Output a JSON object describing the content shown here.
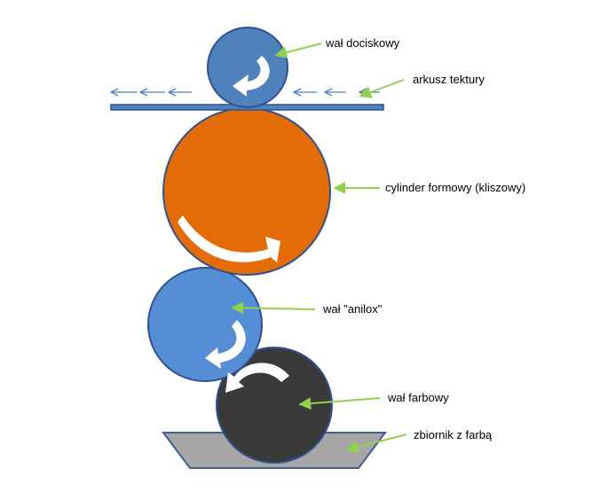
{
  "labels": {
    "pressure_roller": "wał dociskowy",
    "cardboard_sheet": "arkusz tektury",
    "form_cylinder": "cylinder formowy (kliszowy)",
    "anilox_roller": "wał \"anilox\"",
    "ink_roller": "wał farbowy",
    "ink_tank": "zbiornik z farbą"
  },
  "colors": {
    "pressure_roller": "#4f81bd",
    "form_cylinder": "#e36c09",
    "anilox_roller": "#558ed5",
    "ink_roller": "#3a3a3a",
    "ink_tank": "#a6a6a6",
    "leader_arrow": "#92d050",
    "sheet_flow_arrow": "#4f81bd",
    "rotation_arrow": "#ffffff"
  },
  "icons": {
    "rotation": "curved-arrow-icon",
    "pointer": "leader-arrow-icon",
    "flow": "feed-direction-arrow-icon"
  }
}
